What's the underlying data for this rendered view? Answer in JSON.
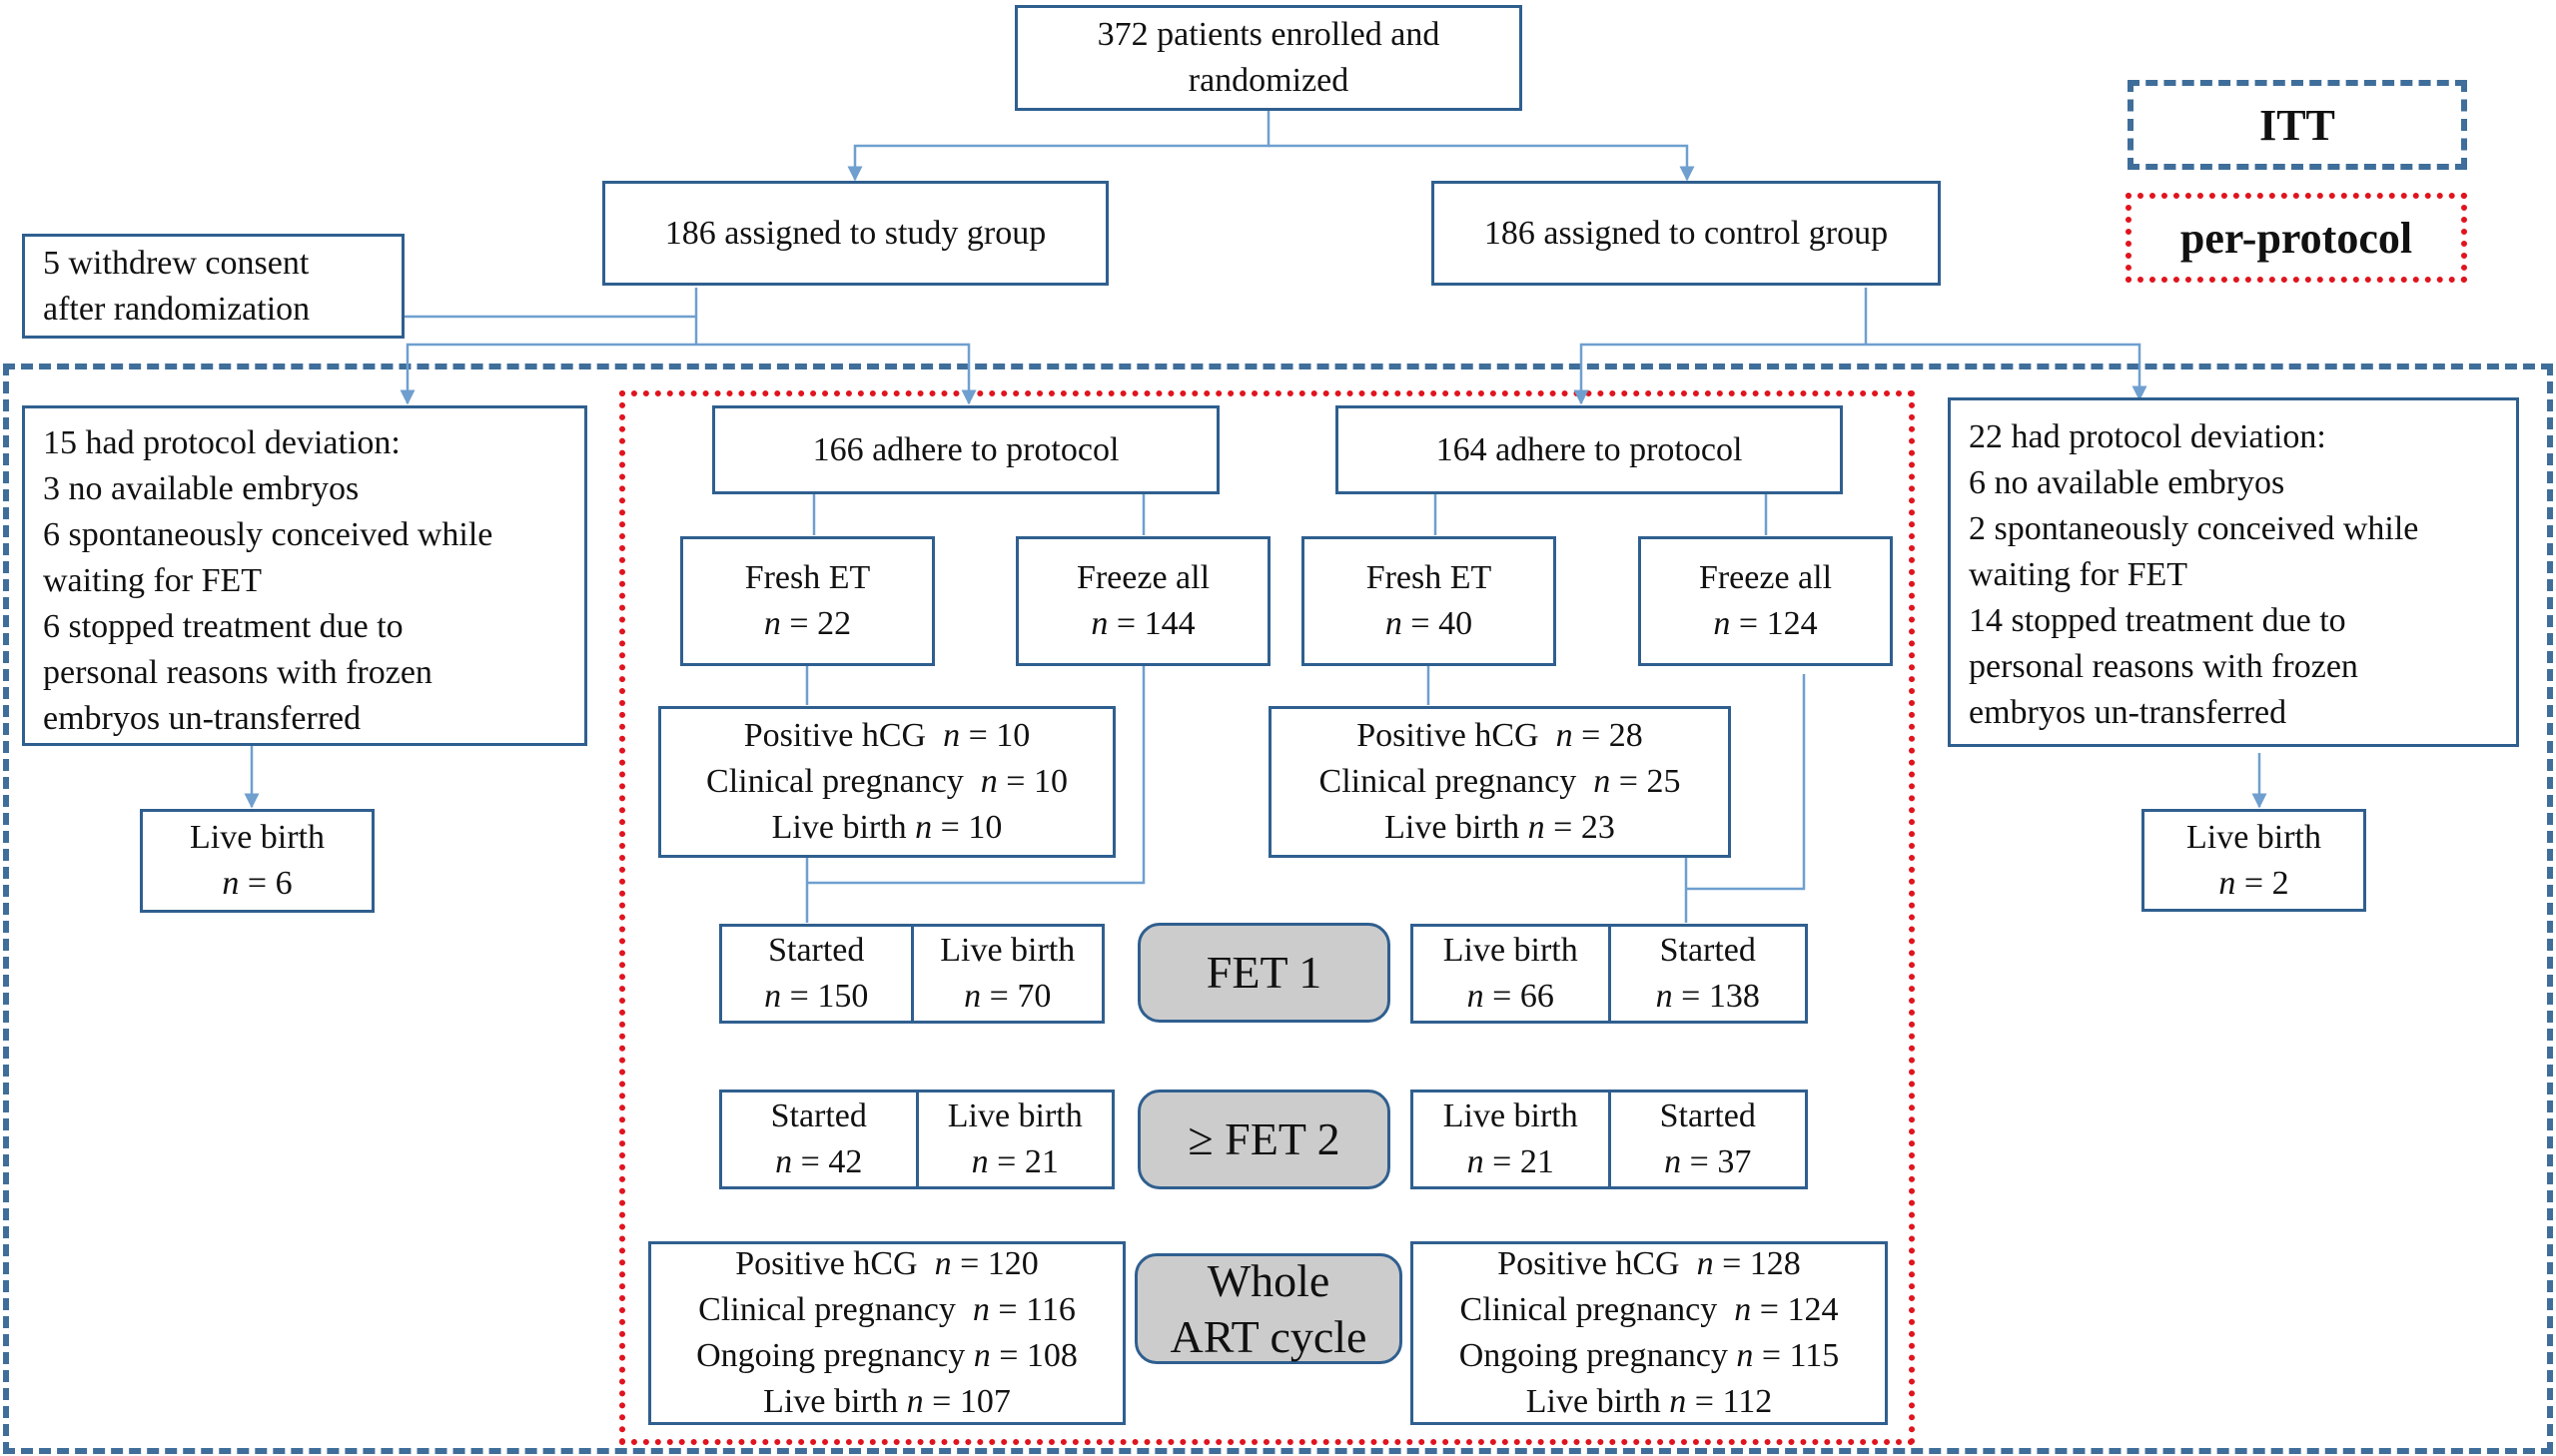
{
  "colors": {
    "box_border": "#2f5f8f",
    "itt_border": "#3f6e9a",
    "pp_border": "#e0141e",
    "stage_fill": "#cccccc",
    "connector": "#6f9fcf"
  },
  "legend": {
    "itt": "ITT",
    "per_protocol": "per-protocol"
  },
  "enrolled": {
    "lines": [
      "372 patients enrolled and",
      "randomized"
    ]
  },
  "withdrew": {
    "lines": [
      "5 withdrew consent",
      "after randomization"
    ]
  },
  "study_group": {
    "label": "186 assigned to study group"
  },
  "control_group": {
    "label": "186 assigned to control group"
  },
  "study_deviation": {
    "lines": [
      "15 had protocol deviation:",
      "3 no available embryos",
      "6 spontaneously conceived while",
      "waiting for FET",
      "6 stopped treatment due to",
      "personal reasons with frozen",
      "embryos un-transferred"
    ]
  },
  "control_deviation": {
    "lines": [
      "22 had protocol deviation:",
      "6 no available embryos",
      "2 spontaneously conceived while",
      "waiting for FET",
      "14 stopped treatment due to",
      "personal reasons with frozen",
      "embryos un-transferred"
    ]
  },
  "study_dev_livebirth": {
    "label": "Live birth",
    "n": "= 6"
  },
  "control_dev_livebirth": {
    "label": "Live birth",
    "n": "= 2"
  },
  "study_adhere": {
    "label": "166 adhere to protocol"
  },
  "control_adhere": {
    "label": "164 adhere to protocol"
  },
  "study_fresh": {
    "label": "Fresh ET",
    "n": "= 22"
  },
  "study_freeze": {
    "label": "Freeze all",
    "n": "= 144"
  },
  "control_fresh": {
    "label": "Fresh ET",
    "n": "= 40"
  },
  "control_freeze": {
    "label": "Freeze all",
    "n": "= 124"
  },
  "study_fresh_outcome": {
    "hcg": "Positive hCG",
    "hcg_n": "= 10",
    "clinical": "Clinical pregnancy",
    "clinical_n": "= 10",
    "live": "Live birth",
    "live_n": "= 10"
  },
  "control_fresh_outcome": {
    "hcg": "Positive hCG",
    "hcg_n": "= 28",
    "clinical": "Clinical pregnancy",
    "clinical_n": "= 25",
    "live": "Live birth",
    "live_n": "= 23"
  },
  "n_symbol": "n",
  "stage_fet1": {
    "label": "FET 1"
  },
  "stage_fet2": {
    "label": "≥ FET 2"
  },
  "stage_whole": {
    "line1": "Whole",
    "line2": "ART cycle"
  },
  "study_fet1": {
    "started": "Started",
    "started_n": "= 150",
    "live": "Live birth",
    "live_n": "= 70"
  },
  "control_fet1": {
    "live": "Live birth",
    "live_n": "= 66",
    "started": "Started",
    "started_n": "= 138"
  },
  "study_fet2": {
    "started": "Started",
    "started_n": "= 42",
    "live": "Live birth",
    "live_n": "= 21"
  },
  "control_fet2": {
    "live": "Live birth",
    "live_n": "= 21",
    "started": "Started",
    "started_n": "= 37"
  },
  "study_whole": {
    "hcg": "Positive hCG",
    "hcg_n": "= 120",
    "clinical": "Clinical pregnancy",
    "clinical_n": "= 116",
    "ongoing": "Ongoing pregnancy",
    "ongoing_n": "= 108",
    "live": "Live birth",
    "live_n": "= 107"
  },
  "control_whole": {
    "hcg": "Positive hCG",
    "hcg_n": "= 128",
    "clinical": "Clinical pregnancy",
    "clinical_n": "= 124",
    "ongoing": "Ongoing pregnancy",
    "ongoing_n": "= 115",
    "live": "Live birth",
    "live_n": "= 112"
  }
}
